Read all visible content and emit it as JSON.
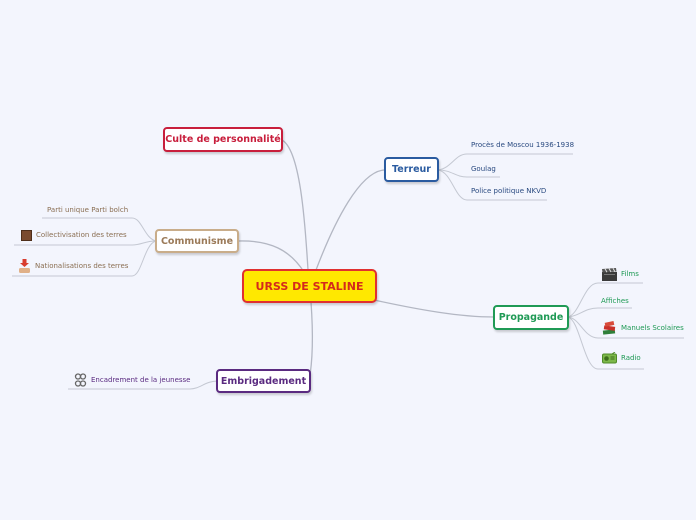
{
  "center": {
    "label": "URSS DE STALINE"
  },
  "topics": {
    "culte": {
      "label": "Culte de personnalité",
      "color": "#c81e3c"
    },
    "terreur": {
      "label": "Terreur",
      "color": "#2a5ba0"
    },
    "communisme": {
      "label": "Communisme",
      "color": "#9b7a58"
    },
    "propagande": {
      "label": "Propagande",
      "color": "#1f9a55"
    },
    "embrig": {
      "label": "Embrigadement",
      "color": "#5a2a80"
    }
  },
  "leaves": {
    "terreur": [
      {
        "label": "Procès de Moscou 1936-1938"
      },
      {
        "label": "Goulag"
      },
      {
        "label": "Police politique NKVD"
      }
    ],
    "communisme": [
      {
        "label": "Parti unique Parti bolch",
        "icon": ""
      },
      {
        "label": "Collectivisation des terres",
        "icon": "brown-square-icon"
      },
      {
        "label": "Nationalisations des terres",
        "icon": "hand-download-icon"
      }
    ],
    "propagande": [
      {
        "label": "Films",
        "icon": "clapperboard-icon"
      },
      {
        "label": "Affiches",
        "icon": ""
      },
      {
        "label": "Manuels Scolaires",
        "icon": "books-icon"
      },
      {
        "label": "Radio",
        "icon": "radio-icon"
      }
    ],
    "embrig": [
      {
        "label": "Encadrement de la jeunesse",
        "icon": "chain-icon"
      }
    ]
  }
}
